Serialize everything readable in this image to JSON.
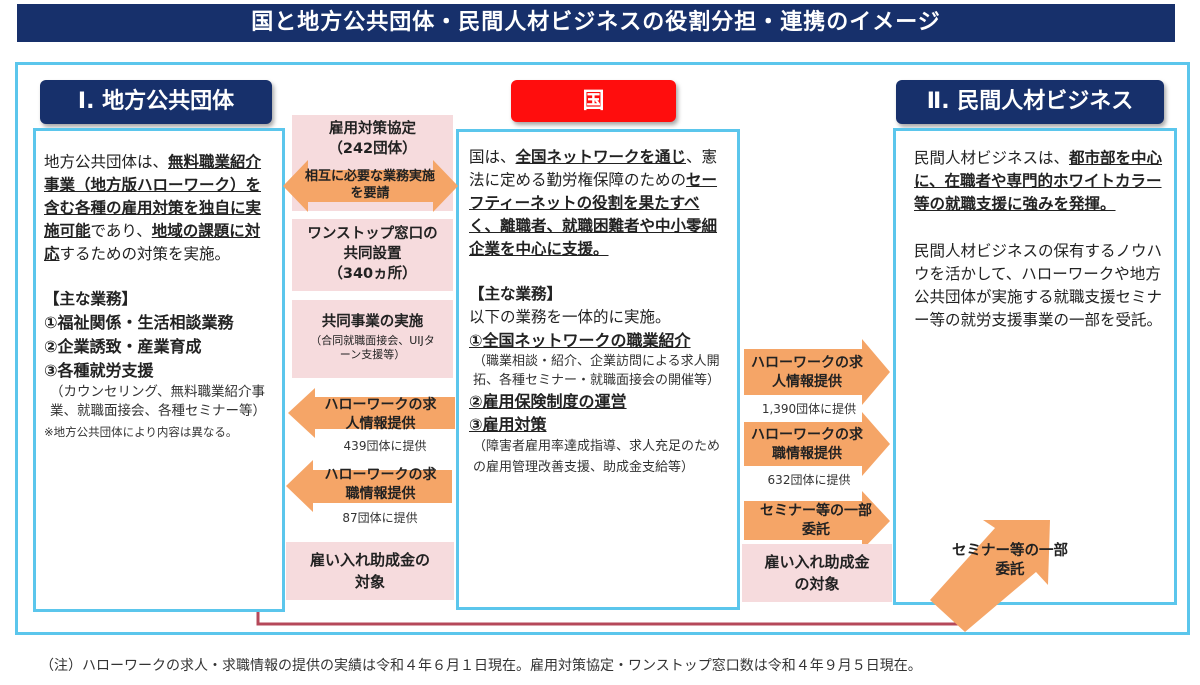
{
  "title": "国と地方公共団体・民間人材ビジネスの役割分担・連携のイメージ",
  "left": {
    "header": "Ⅰ. 地方公共団体",
    "body": {
      "p1": "地方公共団体は、",
      "p2": "無料職業紹介事業（地方版ハローワーク）を含む各種の雇用対策を独自に実施可能",
      "p3": "であり、",
      "p4": "地域の課題に対応",
      "p5": "するための対策を実施。"
    },
    "duties_title": "【主な業務】",
    "duties": [
      "①福祉関係・生活相談業務",
      "②企業誘致・産業育成",
      "③各種就労支援"
    ],
    "duties_detail": "（カウンセリング、無料職業紹介事業、就職面接会、各種セミナー等）",
    "footnote": "※地方公共団体により内容は異なる。"
  },
  "center": {
    "header": "国",
    "body": {
      "p1": "国は、",
      "p2": "全国ネットワークを通じ",
      "p3": "、憲法に定める勤労権保障のための",
      "p4": "セーフティーネットの役割を果たすべく、離職者、就職困難者や中小零細企業を中心に支援。"
    },
    "duties_title": "【主な業務】",
    "duties_intro": "以下の業務を一体的に実施。",
    "duty1": "①全国ネットワークの職業紹介",
    "duty1_detail": "（職業相談・紹介、企業訪問による求人開拓、各種セミナー・就職面接会の開催等）",
    "duty2": "②雇用保険制度の運営",
    "duty3": "③雇用対策",
    "duty3_detail": "（障害者雇用率達成指導、求人充足のための雇用管理改善支援、助成金支給等）"
  },
  "right": {
    "header": "Ⅱ. 民間人材ビジネス",
    "p1": "民間人材ビジネスは、",
    "p2": "都市部を中心に、在職者や専門的ホワイトカラー等の就職支援に強みを発揮。",
    "p3": "民間人材ビジネスの保有するノウハウを活かして、ハローワークや地方公共団体が実施する就職支援セミナー等の就労支援事業の一部を受託。"
  },
  "left_links": {
    "agreement_title": "雇用対策協定",
    "agreement_count": "（242団体）",
    "agreement_arrow": "相互に必要な業務実施を要請",
    "onestop": "ワンストップ窓口の共同設置",
    "onestop_count": "（340ヵ所）",
    "joint": "共同事業の実施",
    "joint_sub": "（合同就職面接会、UIJターン支援等）",
    "arrow1": "ハローワークの求人情報提供",
    "arrow1_cap": "439団体に提供",
    "arrow2": "ハローワークの求職情報提供",
    "arrow2_cap": "87団体に提供",
    "subsidy": "雇い入れ助成金の対象"
  },
  "right_links": {
    "arrow1": "ハローワークの求人情報提供",
    "arrow1_cap": "1,390団体に提供",
    "arrow2": "ハローワークの求職情報提供",
    "arrow2_cap": "632団体に提供",
    "arrow3": "セミナー等の一部委託",
    "subsidy": "雇い入れ助成金の対象",
    "bottom_arrow": "セミナー等の一部委託"
  },
  "note": "（注）ハローワークの求人・求職情報の提供の実績は令和４年６月１日現在。雇用対策協定・ワンストップ窓口数は令和４年９月５日現在。",
  "colors": {
    "navy": "#17306b",
    "red": "#ff0d0d",
    "cyan": "#5bc6ec",
    "orange": "#f5a567",
    "pink": "#f6dbdd",
    "connector": "#b5485a"
  }
}
